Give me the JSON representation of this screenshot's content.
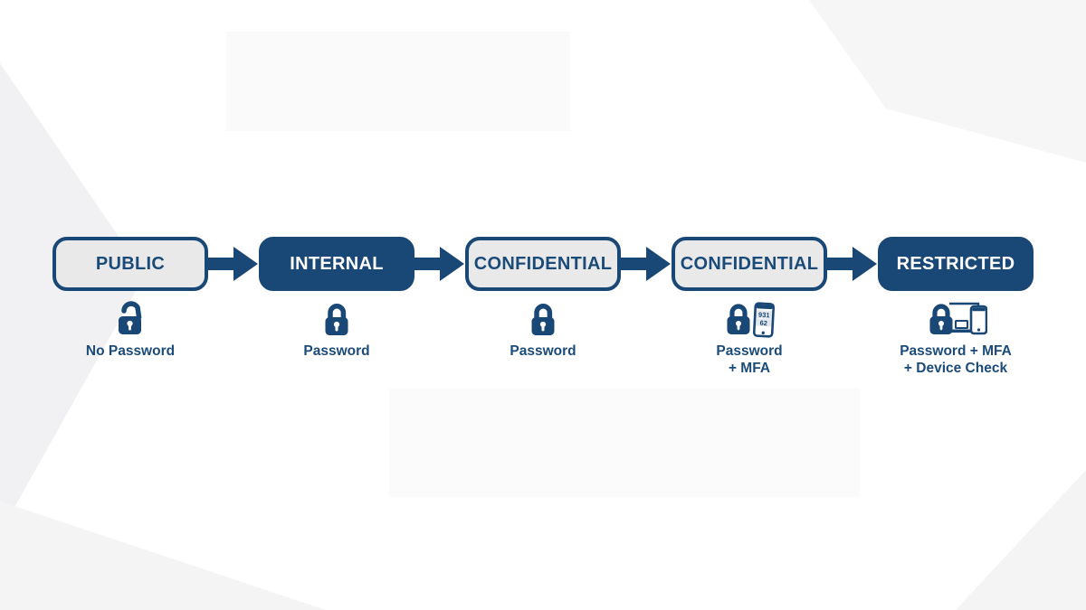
{
  "colors": {
    "navy": "#1a4876",
    "text_navy": "#1b4b79",
    "box_light": "#e9e9ea",
    "white": "#ffffff"
  },
  "steps": [
    {
      "label": "PUBLIC",
      "variant": "light",
      "icon": "unlock-icon",
      "caption": [
        "No Password"
      ]
    },
    {
      "label": "INTERNAL",
      "variant": "dark",
      "icon": "lock-icon",
      "caption": [
        "Password"
      ]
    },
    {
      "label": "CONFIDENTIAL",
      "variant": "light",
      "icon": "lock-icon",
      "caption": [
        "Password"
      ]
    },
    {
      "label": "CONFIDENTIAL",
      "variant": "light",
      "icon": "lock-phone-icon",
      "caption": [
        "Password",
        "+ MFA"
      ],
      "phone_code": [
        "931",
        "62"
      ]
    },
    {
      "label": "RESTRICTED",
      "variant": "dark",
      "icon": "lock-devices-icon",
      "caption": [
        "Password + MFA",
        "+ Device Check"
      ]
    }
  ],
  "connector": "right-block-arrow"
}
